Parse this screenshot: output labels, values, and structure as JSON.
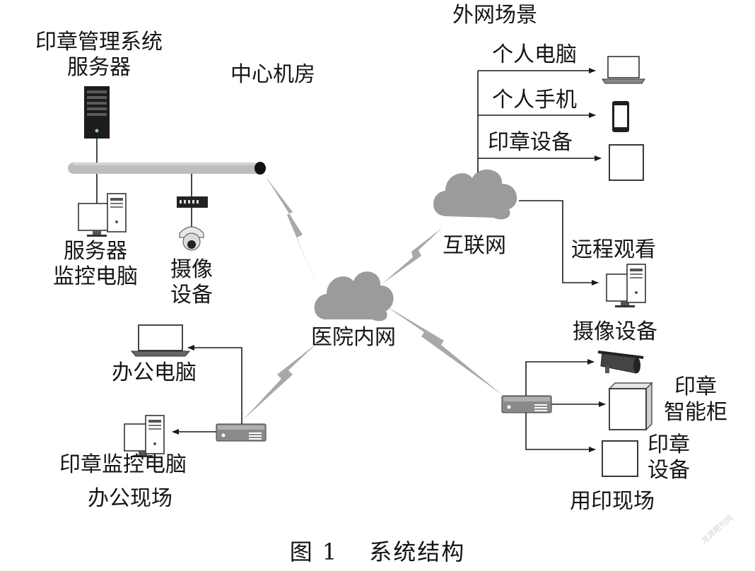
{
  "diagram": {
    "labels": {
      "server_system": [
        "印章管理系统",
        "服务器"
      ],
      "center_room": "中心机房",
      "server_monitor": [
        "服务器",
        "监控电脑"
      ],
      "camera_center": [
        "摄像",
        "设备"
      ],
      "external_scene": "外网场景",
      "personal_pc": "个人电脑",
      "personal_phone": "个人手机",
      "seal_device_ext": "印章设备",
      "internet": "互联网",
      "remote_view": "远程观看",
      "hospital_net": "医院内网",
      "office_pc": "办公电脑",
      "seal_monitor_pc": "印章监控电脑",
      "office_site": "办公现场",
      "camera_site": "摄像设备",
      "seal_cabinet": [
        "印章",
        "智能柜"
      ],
      "seal_device_site": [
        "印章",
        "设备"
      ],
      "seal_site": "用印现场"
    },
    "caption": {
      "figure": "图 1",
      "title": "系统结构"
    },
    "watermark": "龙源期刊网",
    "colors": {
      "line": "#1a1a1a",
      "cloud": "#9e9e9e",
      "bolt": "#a6a6a6",
      "bus": "#c2c2c2",
      "device": "#2a2a2a"
    }
  }
}
